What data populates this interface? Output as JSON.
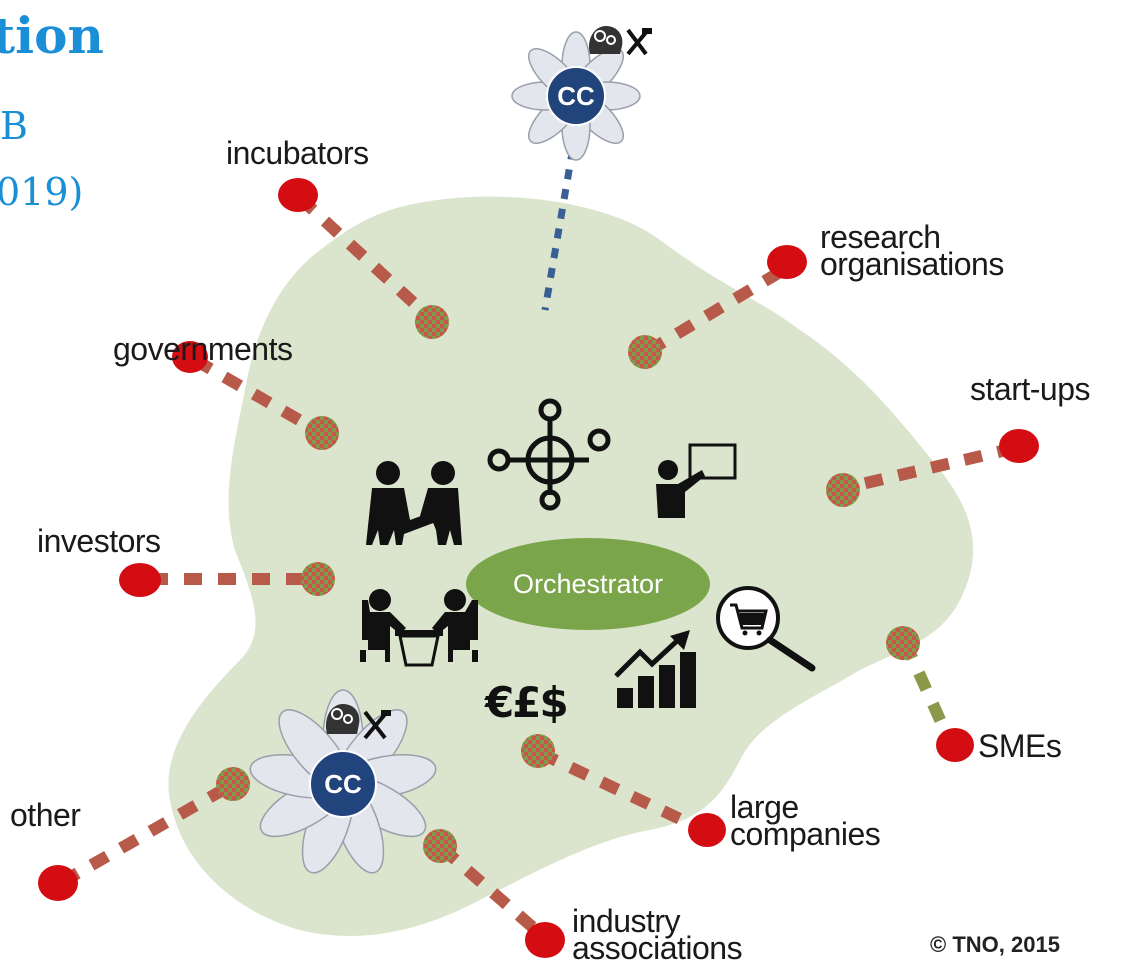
{
  "title": {
    "line1": "tion",
    "line2": "B",
    "line3": "019)"
  },
  "center": {
    "label": "Orchestrator"
  },
  "cc": {
    "top": "CC",
    "bottom": "CC"
  },
  "currency": "€£$",
  "stakeholders": {
    "incubators": "incubators",
    "research_line1": "research",
    "research_line2": "organisations",
    "governments": "governments",
    "startups": "start-ups",
    "investors": "investors",
    "smes": "SMEs",
    "other": "other",
    "large_line1": "large",
    "large_line2": "companies",
    "industry_line1": "industry",
    "industry_line2": "associations"
  },
  "copyright": "© TNO, 2015",
  "icons": [
    "expert-head-icon",
    "tools-icon",
    "network-hub-icon",
    "handshake-icon",
    "presenter-icon",
    "meeting-table-icon",
    "shopping-cart-search-icon",
    "growth-chart-icon"
  ],
  "colors": {
    "title": "#1b8fd6",
    "blob": "#dbe5cd",
    "orchestrator": "#7aa54a",
    "node": "#d40d12",
    "cc": "#22447c",
    "flower": "#e3e6ec"
  }
}
